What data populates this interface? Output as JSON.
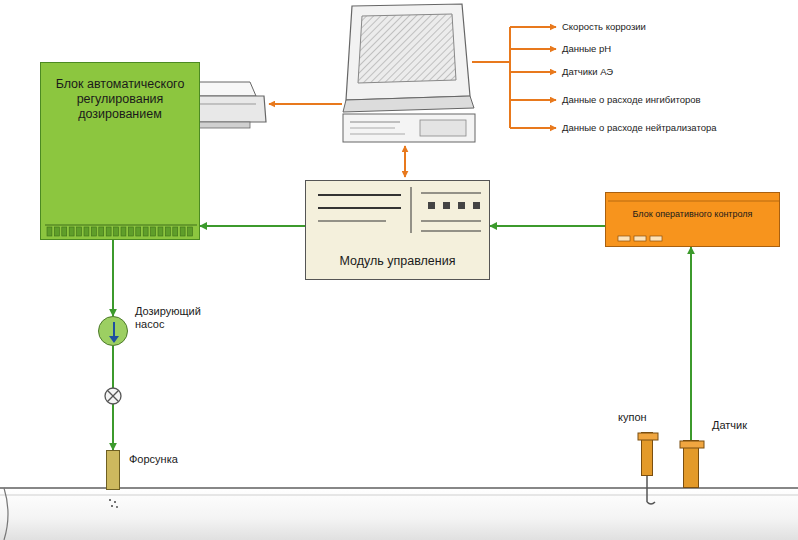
{
  "diagram": {
    "nodes": [
      {
        "text": [
          "Блок автоматического регулирования дозированием"
        ]
      },
      {
        "text": [
          "Модуль управления"
        ]
      },
      {
        "text": [
          "Блок оперативного контроля"
        ]
      },
      {
        "text": [
          "Дозирующий насос"
        ]
      },
      {
        "text": [
          "Форсунка"
        ]
      },
      {
        "text": [
          "купон"
        ]
      },
      {
        "text": [
          "Датчик"
        ]
      }
    ],
    "edges": [
      {
        "from": 2,
        "to": 1,
        "arrow": "to"
      },
      {
        "from": 1,
        "to": 0,
        "arrow": "to"
      },
      {
        "from": 0,
        "to": 3,
        "arrow": "to"
      },
      {
        "from": 3,
        "to": 4,
        "arrow": "to"
      },
      {
        "from": 6,
        "to": 2,
        "arrow": "to"
      }
    ],
    "labels": [
      "Скорость коррозии",
      "Данные pH",
      "Датчики АЭ",
      "Данные о расходе ингибиторов",
      "Данные о расходе нейтрализатора"
    ]
  }
}
